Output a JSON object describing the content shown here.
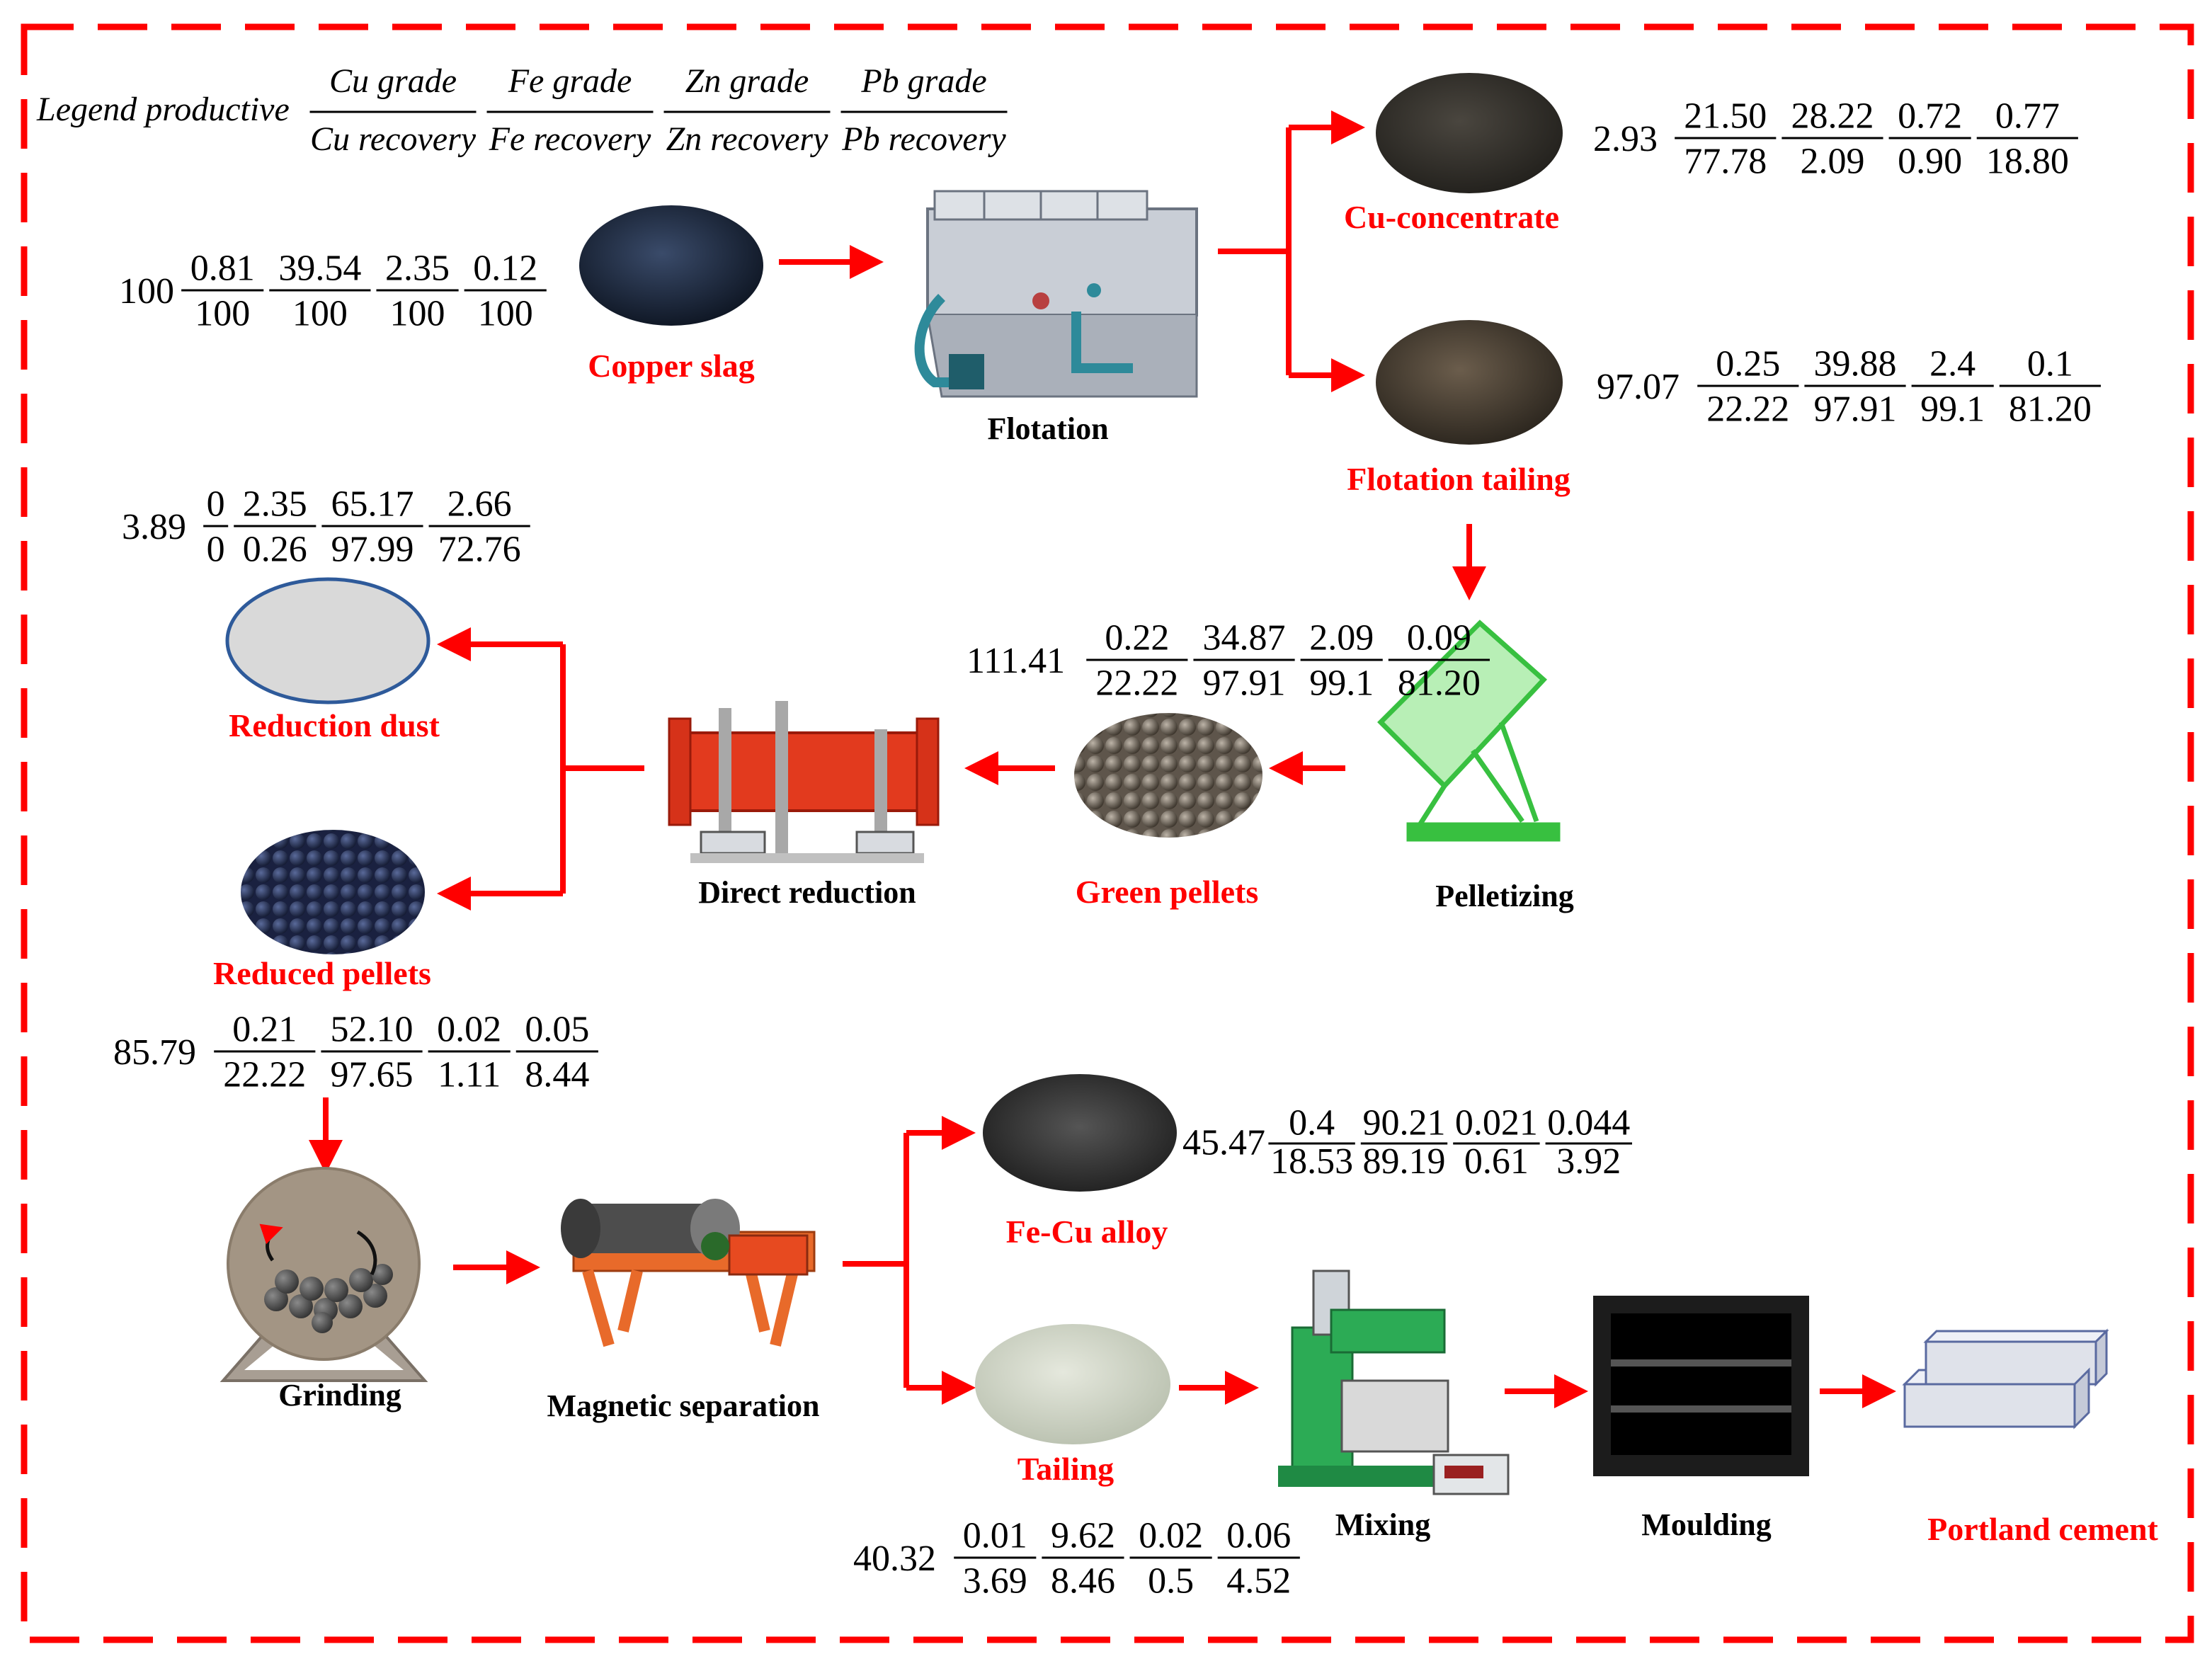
{
  "legend": {
    "prefix": "Legend productive",
    "columns": [
      {
        "top": "Cu grade",
        "bottom": "Cu recovery"
      },
      {
        "top": "Fe grade",
        "bottom": "Fe recovery"
      },
      {
        "top": "Zn grade",
        "bottom": "Zn recovery"
      },
      {
        "top": "Pb grade",
        "bottom": "Pb recovery"
      }
    ]
  },
  "nodes": {
    "copper_slag": "Copper slag",
    "flotation": "Flotation",
    "cu_concentrate": "Cu-concentrate",
    "flotation_tailing": "Flotation tailing",
    "pelletizing": "Pelletizing",
    "green_pellets": "Green pellets",
    "direct_reduction": "Direct reduction",
    "reduction_dust": "Reduction dust",
    "reduced_pellets": "Reduced pellets",
    "grinding": "Grinding",
    "magnetic_separation": "Magnetic separation",
    "fe_cu_alloy": "Fe-Cu alloy",
    "tailing": "Tailing",
    "mixing": "Mixing",
    "moulding": "Moulding",
    "portland_cement": "Portland cement"
  },
  "balances": {
    "copper_slag": {
      "yield": "100",
      "fracs": [
        [
          "0.81",
          "100"
        ],
        [
          "39.54",
          "100"
        ],
        [
          "2.35",
          "100"
        ],
        [
          "0.12",
          "100"
        ]
      ]
    },
    "cu_concentrate": {
      "yield": "2.93",
      "fracs": [
        [
          "21.50",
          "77.78"
        ],
        [
          "28.22",
          "2.09"
        ],
        [
          "0.72",
          "0.90"
        ],
        [
          "0.77",
          "18.80"
        ]
      ]
    },
    "flotation_tailing": {
      "yield": "97.07",
      "fracs": [
        [
          "0.25",
          "22.22"
        ],
        [
          "39.88",
          "97.91"
        ],
        [
          "2.4",
          "99.1"
        ],
        [
          "0.1",
          "81.20"
        ]
      ]
    },
    "reduction_dust": {
      "yield": "3.89",
      "fracs": [
        [
          "0",
          "0"
        ],
        [
          "2.35",
          "0.26"
        ],
        [
          "65.17",
          "97.99"
        ],
        [
          "2.66",
          "72.76"
        ]
      ]
    },
    "green_pellets": {
      "yield": "111.41",
      "fracs": [
        [
          "0.22",
          "22.22"
        ],
        [
          "34.87",
          "97.91"
        ],
        [
          "2.09",
          "99.1"
        ],
        [
          "0.09",
          "81.20"
        ]
      ]
    },
    "reduced_pellets": {
      "yield": "85.79",
      "fracs": [
        [
          "0.21",
          "22.22"
        ],
        [
          "52.10",
          "97.65"
        ],
        [
          "0.02",
          "1.11"
        ],
        [
          "0.05",
          "8.44"
        ]
      ]
    },
    "fe_cu_alloy": {
      "yield": "45.47",
      "fracs": [
        [
          "0.4",
          "18.53"
        ],
        [
          "90.21",
          "89.19"
        ],
        [
          "0.021",
          "0.61"
        ],
        [
          "0.044",
          "3.92"
        ]
      ]
    },
    "tailing": {
      "yield": "40.32",
      "fracs": [
        [
          "0.01",
          "3.69"
        ],
        [
          "9.62",
          "8.46"
        ],
        [
          "0.02",
          "0.5"
        ],
        [
          "0.06",
          "4.52"
        ]
      ]
    }
  },
  "colors": {
    "flow": "#ff0000",
    "frame": "#ff0000",
    "product_label": "#ff0000",
    "process_label": "#000000"
  }
}
